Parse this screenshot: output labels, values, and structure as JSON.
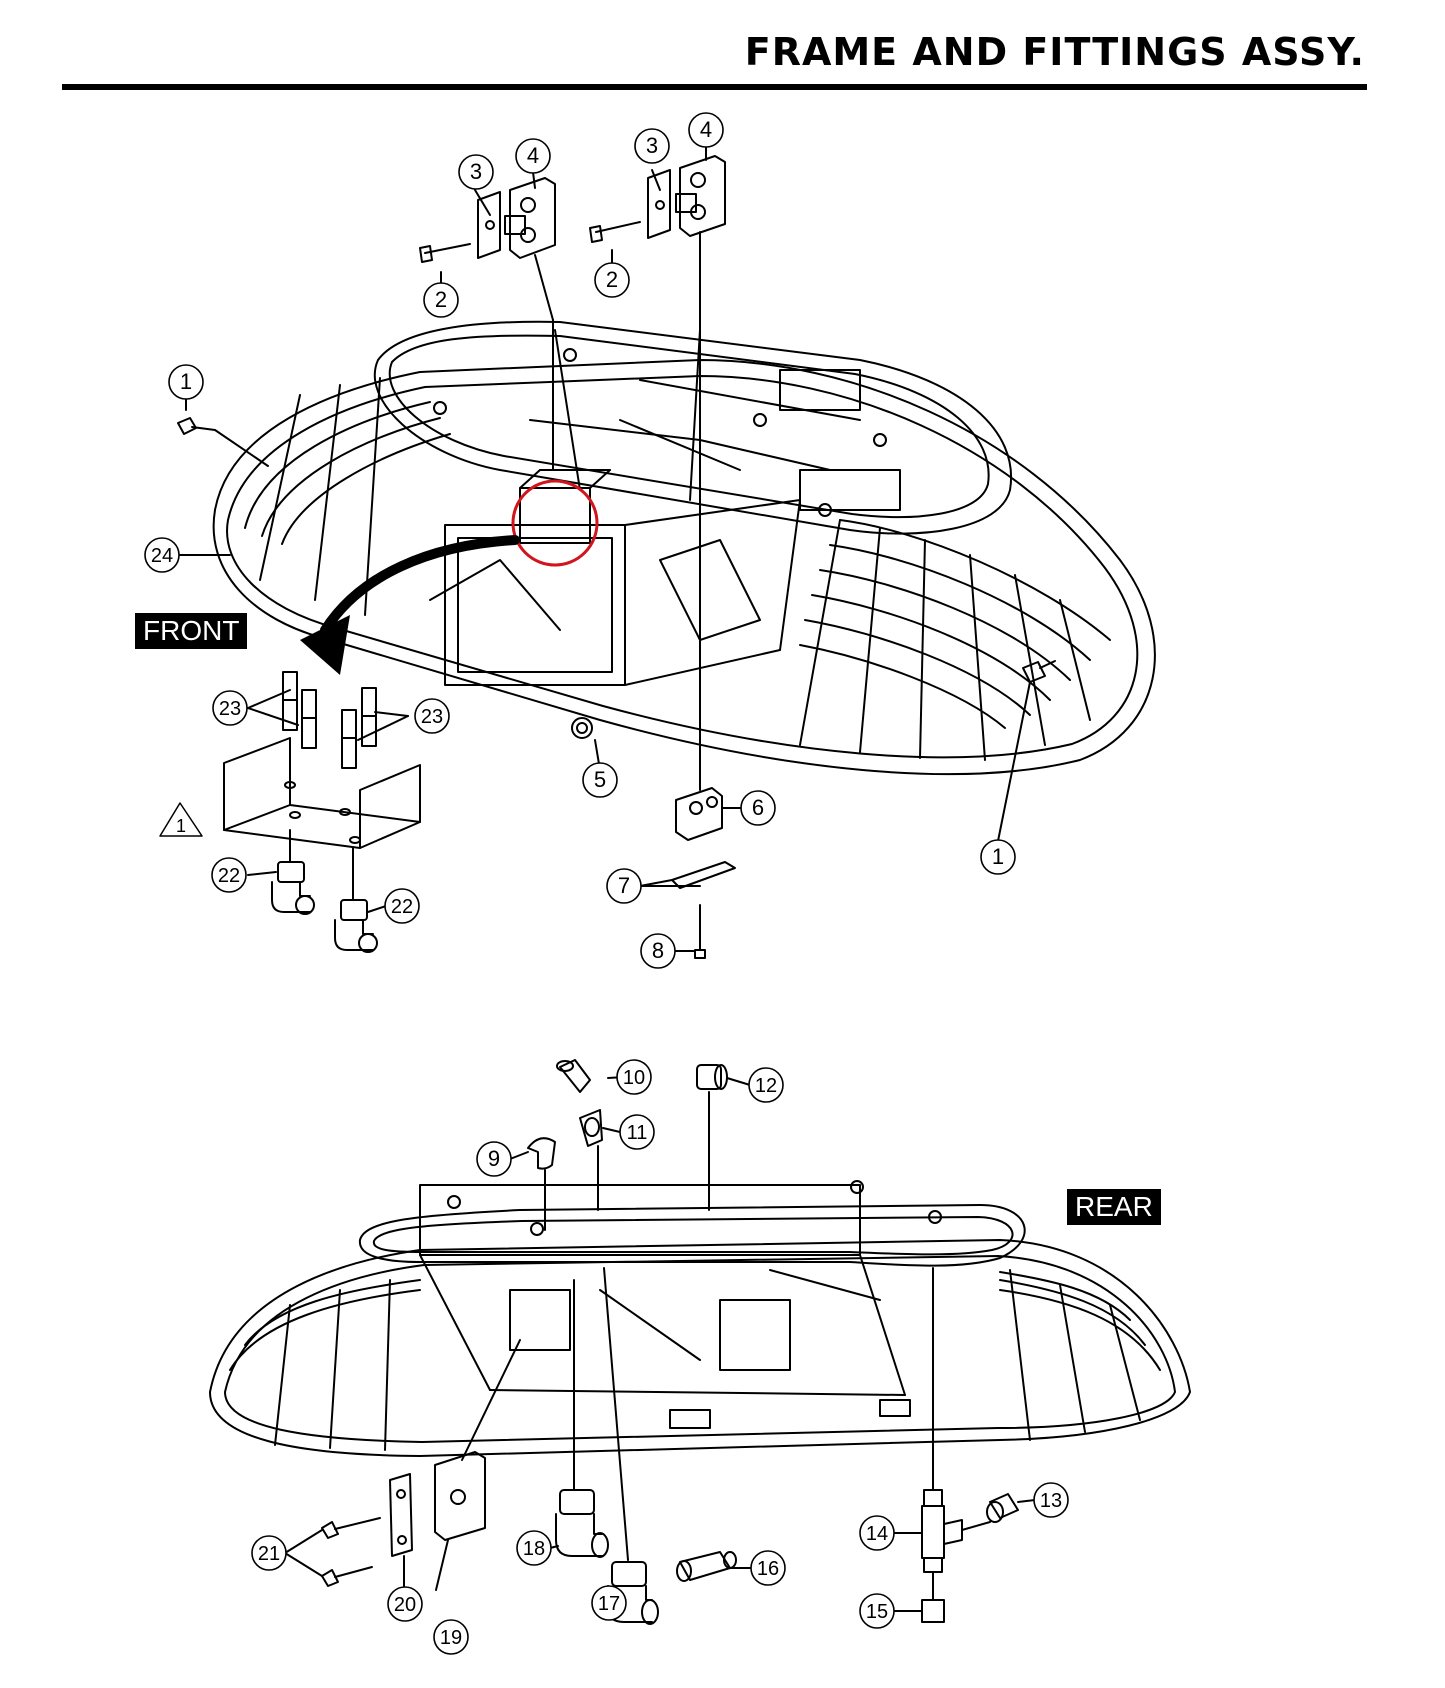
{
  "title": "FRAME AND FITTINGS ASSY.",
  "labels": {
    "front": "FRONT",
    "rear": "REAR",
    "warning_mark": "1"
  },
  "callouts": [
    "1",
    "1",
    "2",
    "2",
    "3",
    "3",
    "4",
    "4",
    "5",
    "6",
    "7",
    "8",
    "9",
    "10",
    "11",
    "12",
    "13",
    "14",
    "15",
    "16",
    "17",
    "18",
    "19",
    "20",
    "21",
    "22",
    "22",
    "23",
    "23",
    "24"
  ],
  "highlight_color": "#d0151c"
}
